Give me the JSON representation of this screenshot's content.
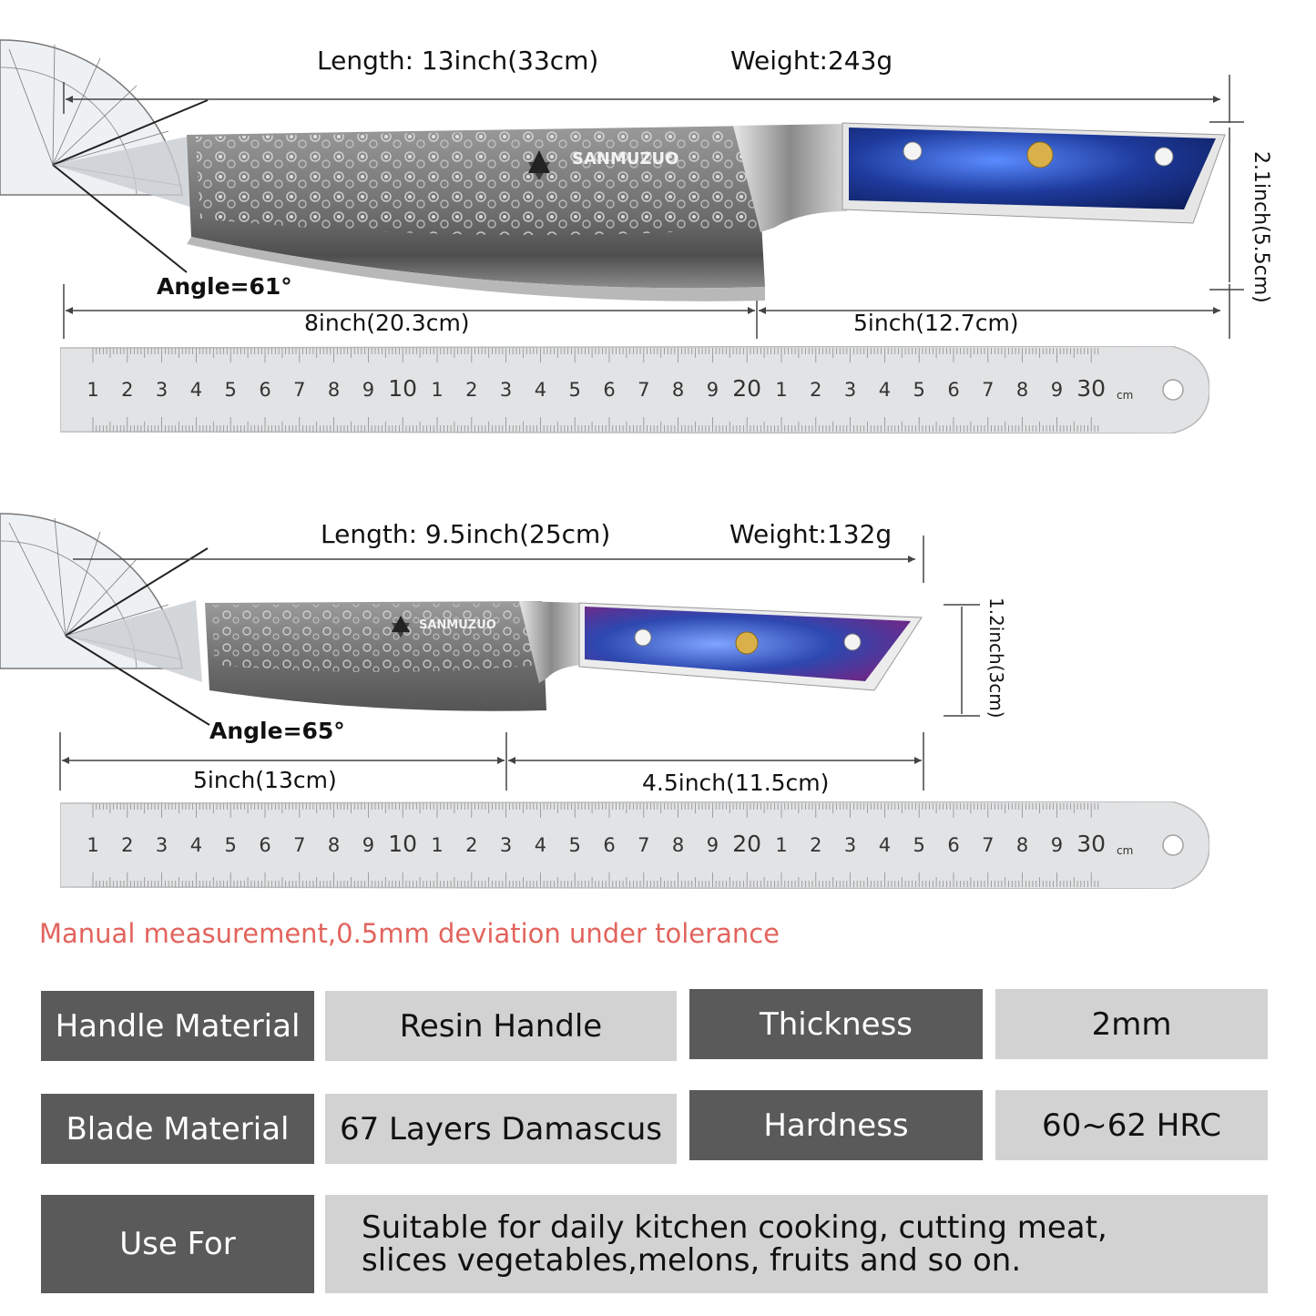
{
  "knife1": {
    "length_label": "Length: 13inch(33cm)",
    "weight_label": "Weight:243g",
    "height_label": "2.1inch(5.5cm)",
    "angle_label": "Angle=61°",
    "blade_label": "8inch(20.3cm)",
    "handle_label": "5inch(12.7cm)",
    "brand": "SANMUZUO"
  },
  "knife2": {
    "length_label": "Length: 9.5inch(25cm)",
    "weight_label": "Weight:132g",
    "height_label": "1.2inch(3cm)",
    "angle_label": "Angle=65°",
    "blade_label": "5inch(13cm)",
    "handle_label": "4.5inch(11.5cm)",
    "brand": "SANMUZUO"
  },
  "ruler": {
    "unit": "cm",
    "labels": [
      "1",
      "2",
      "3",
      "4",
      "5",
      "6",
      "7",
      "8",
      "9",
      "10",
      "1",
      "2",
      "3",
      "4",
      "5",
      "6",
      "7",
      "8",
      "9",
      "20",
      "1",
      "2",
      "3",
      "4",
      "5",
      "6",
      "7",
      "8",
      "9",
      "30"
    ]
  },
  "note": "Manual measurement,0.5mm deviation under tolerance",
  "specs": {
    "handle_material_label": "Handle Material",
    "handle_material_value": "Resin Handle",
    "thickness_label": "Thickness",
    "thickness_value": "2mm",
    "blade_material_label": "Blade Material",
    "blade_material_value": "67 Layers Damascus",
    "hardness_label": "Hardness",
    "hardness_value": "60~62 HRC",
    "use_for_label": "Use For",
    "use_for_line1": "Suitable for daily kitchen cooking, cutting meat,",
    "use_for_line2": "slices vegetables,melons, fruits and so on."
  },
  "colors": {
    "note": "#e2645d",
    "spec_dark": "#5a5a5a",
    "spec_light": "#d2d2d2",
    "handle_blue": "#1f3f9a"
  }
}
